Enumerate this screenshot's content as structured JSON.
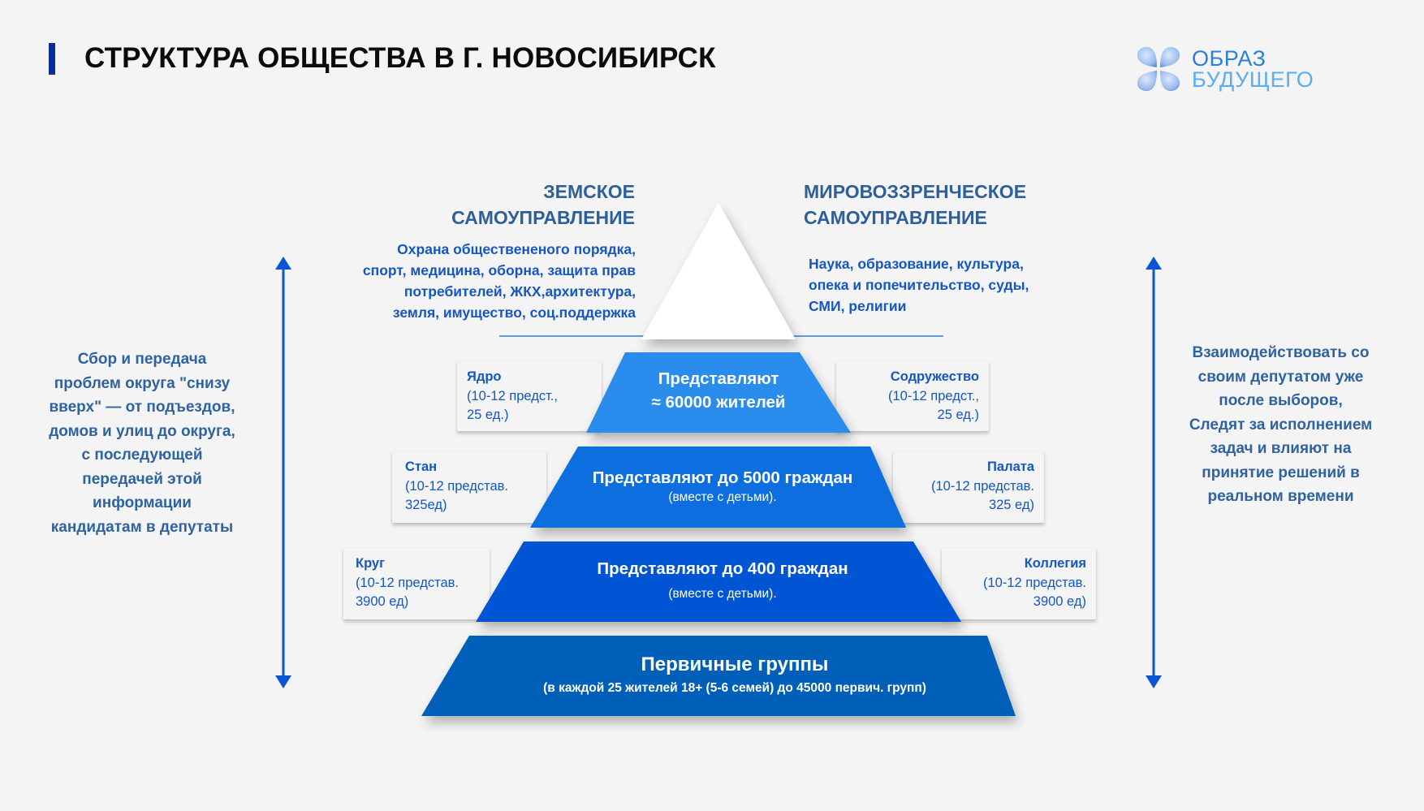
{
  "header": {
    "title": "СТРУКТУРА ОБЩЕСТВА В Г. НОВОСИБИРСК",
    "accent_color": "#0a2f9a"
  },
  "logo": {
    "line1": "ОБРАЗ",
    "line2": "БУДУЩЕГО",
    "icon": "four-petal-flower-icon",
    "colors": {
      "line1": "#2a7fd9",
      "line2": "#5aaef0"
    }
  },
  "top": {
    "left_heading": [
      "ЗЕМСКОЕ",
      "САМОУПРАВЛЕНИЕ"
    ],
    "left_description": [
      "Охрана обществененого порядка,",
      "спорт, медицина, оборна, защита прав",
      "потребителей, ЖКХ,архитектура,",
      "земля, имущество, соц.поддержка"
    ],
    "right_heading": [
      "МИРОВОЗЗРЕНЧЕСКОЕ",
      "САМОУПРАВЛЕНИЕ"
    ],
    "right_description": [
      "Наука, образование, культура,",
      "опека и попечительство, суды,",
      "СМИ, религии"
    ]
  },
  "side_notes": {
    "left": [
      "Сбор и передача",
      "проблем округа \"снизу",
      "вверх\" — от подъездов,",
      "домов и улиц до округа,",
      "с последующей",
      "передачей этой",
      "информации",
      "кандидатам в депутаты"
    ],
    "right": [
      "Взаимодействовать со",
      "своим депутатом уже",
      "после выборов,",
      "Следят за исполнением",
      "задач и влияют на",
      "принятие решений в",
      "реальном времени"
    ],
    "arrow_color": "#0a55d4"
  },
  "pyramid": {
    "apex_color": "#ffffff",
    "tiers": [
      {
        "main": "Представляют",
        "main2": "≈ 60000 жителей",
        "sub": "",
        "color": "#2b8ded",
        "left_box": {
          "title": "Ядро",
          "line1": "(10-12 предст.,",
          "line2": "25 ед.)"
        },
        "right_box": {
          "title": "Содружество",
          "line1": "(10-12 предст.,",
          "line2": "25 ед.)"
        }
      },
      {
        "main": "Представляют до 5000 граждан",
        "sub": "(вместе с детьми).",
        "color": "#0a6ee0",
        "left_box": {
          "title": "Стан",
          "line1": "(10-12 представ.",
          "line2": "325ед)"
        },
        "right_box": {
          "title": "Палата",
          "line1": "(10-12 представ.",
          "line2": "325 ед)"
        }
      },
      {
        "main": "Представляют до 400 граждан",
        "sub": "(вместе с детьми).",
        "color": "#0055d4",
        "left_box": {
          "title": "Круг",
          "line1": "(10-12 представ.",
          "line2": "3900 ед)"
        },
        "right_box": {
          "title": "Коллегия",
          "line1": "(10-12 представ.",
          "line2": "3900 ед)"
        }
      },
      {
        "main": "Первичные группы",
        "sub": "(в каждой 25 жителей 18+ (5-6 семей) до 45000 первич. групп)",
        "color": "#005fb8"
      }
    ]
  }
}
